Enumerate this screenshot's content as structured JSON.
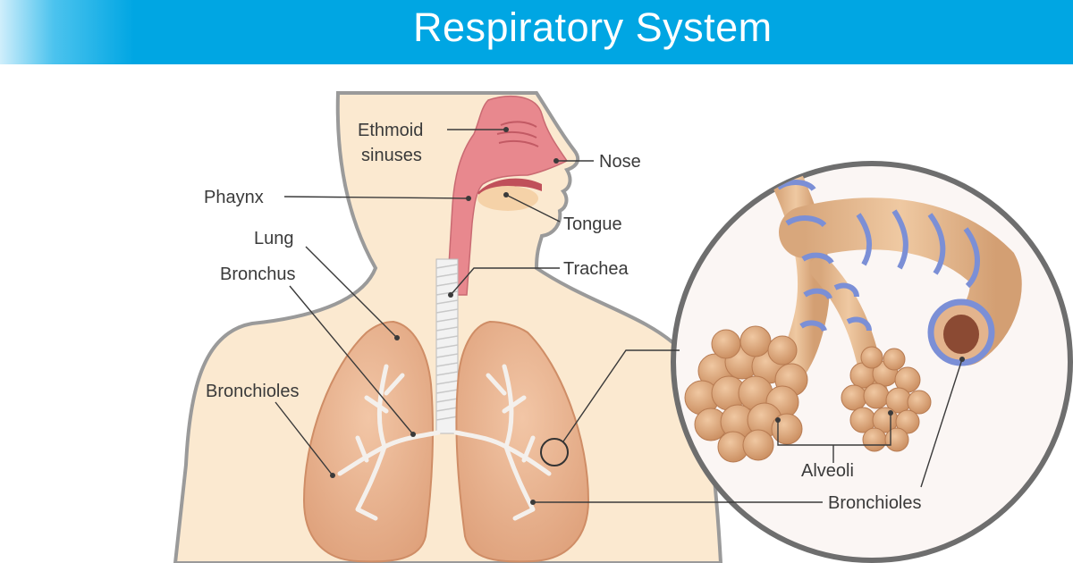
{
  "header": {
    "title": "Respiratory System"
  },
  "labels": {
    "ethmoid_line1": "Ethmoid",
    "ethmoid_line2": "sinuses",
    "nose": "Nose",
    "pharynx": "Phaynx",
    "tongue": "Tongue",
    "lung": "Lung",
    "bronchus": "Bronchus",
    "trachea": "Trachea",
    "bronchioles_left": "Bronchioles",
    "alveoli": "Alveoli",
    "bronchioles_right": "Bronchioles"
  },
  "colors": {
    "header_blue": "#00a6e3",
    "skin": "#fbe9d0",
    "lung": "#e9b48c",
    "airway": "#e8888e",
    "bronchi_tube": "#e0b48c",
    "cartilage_ring": "#7b8fd6",
    "alveoli": "#d9a47a"
  }
}
